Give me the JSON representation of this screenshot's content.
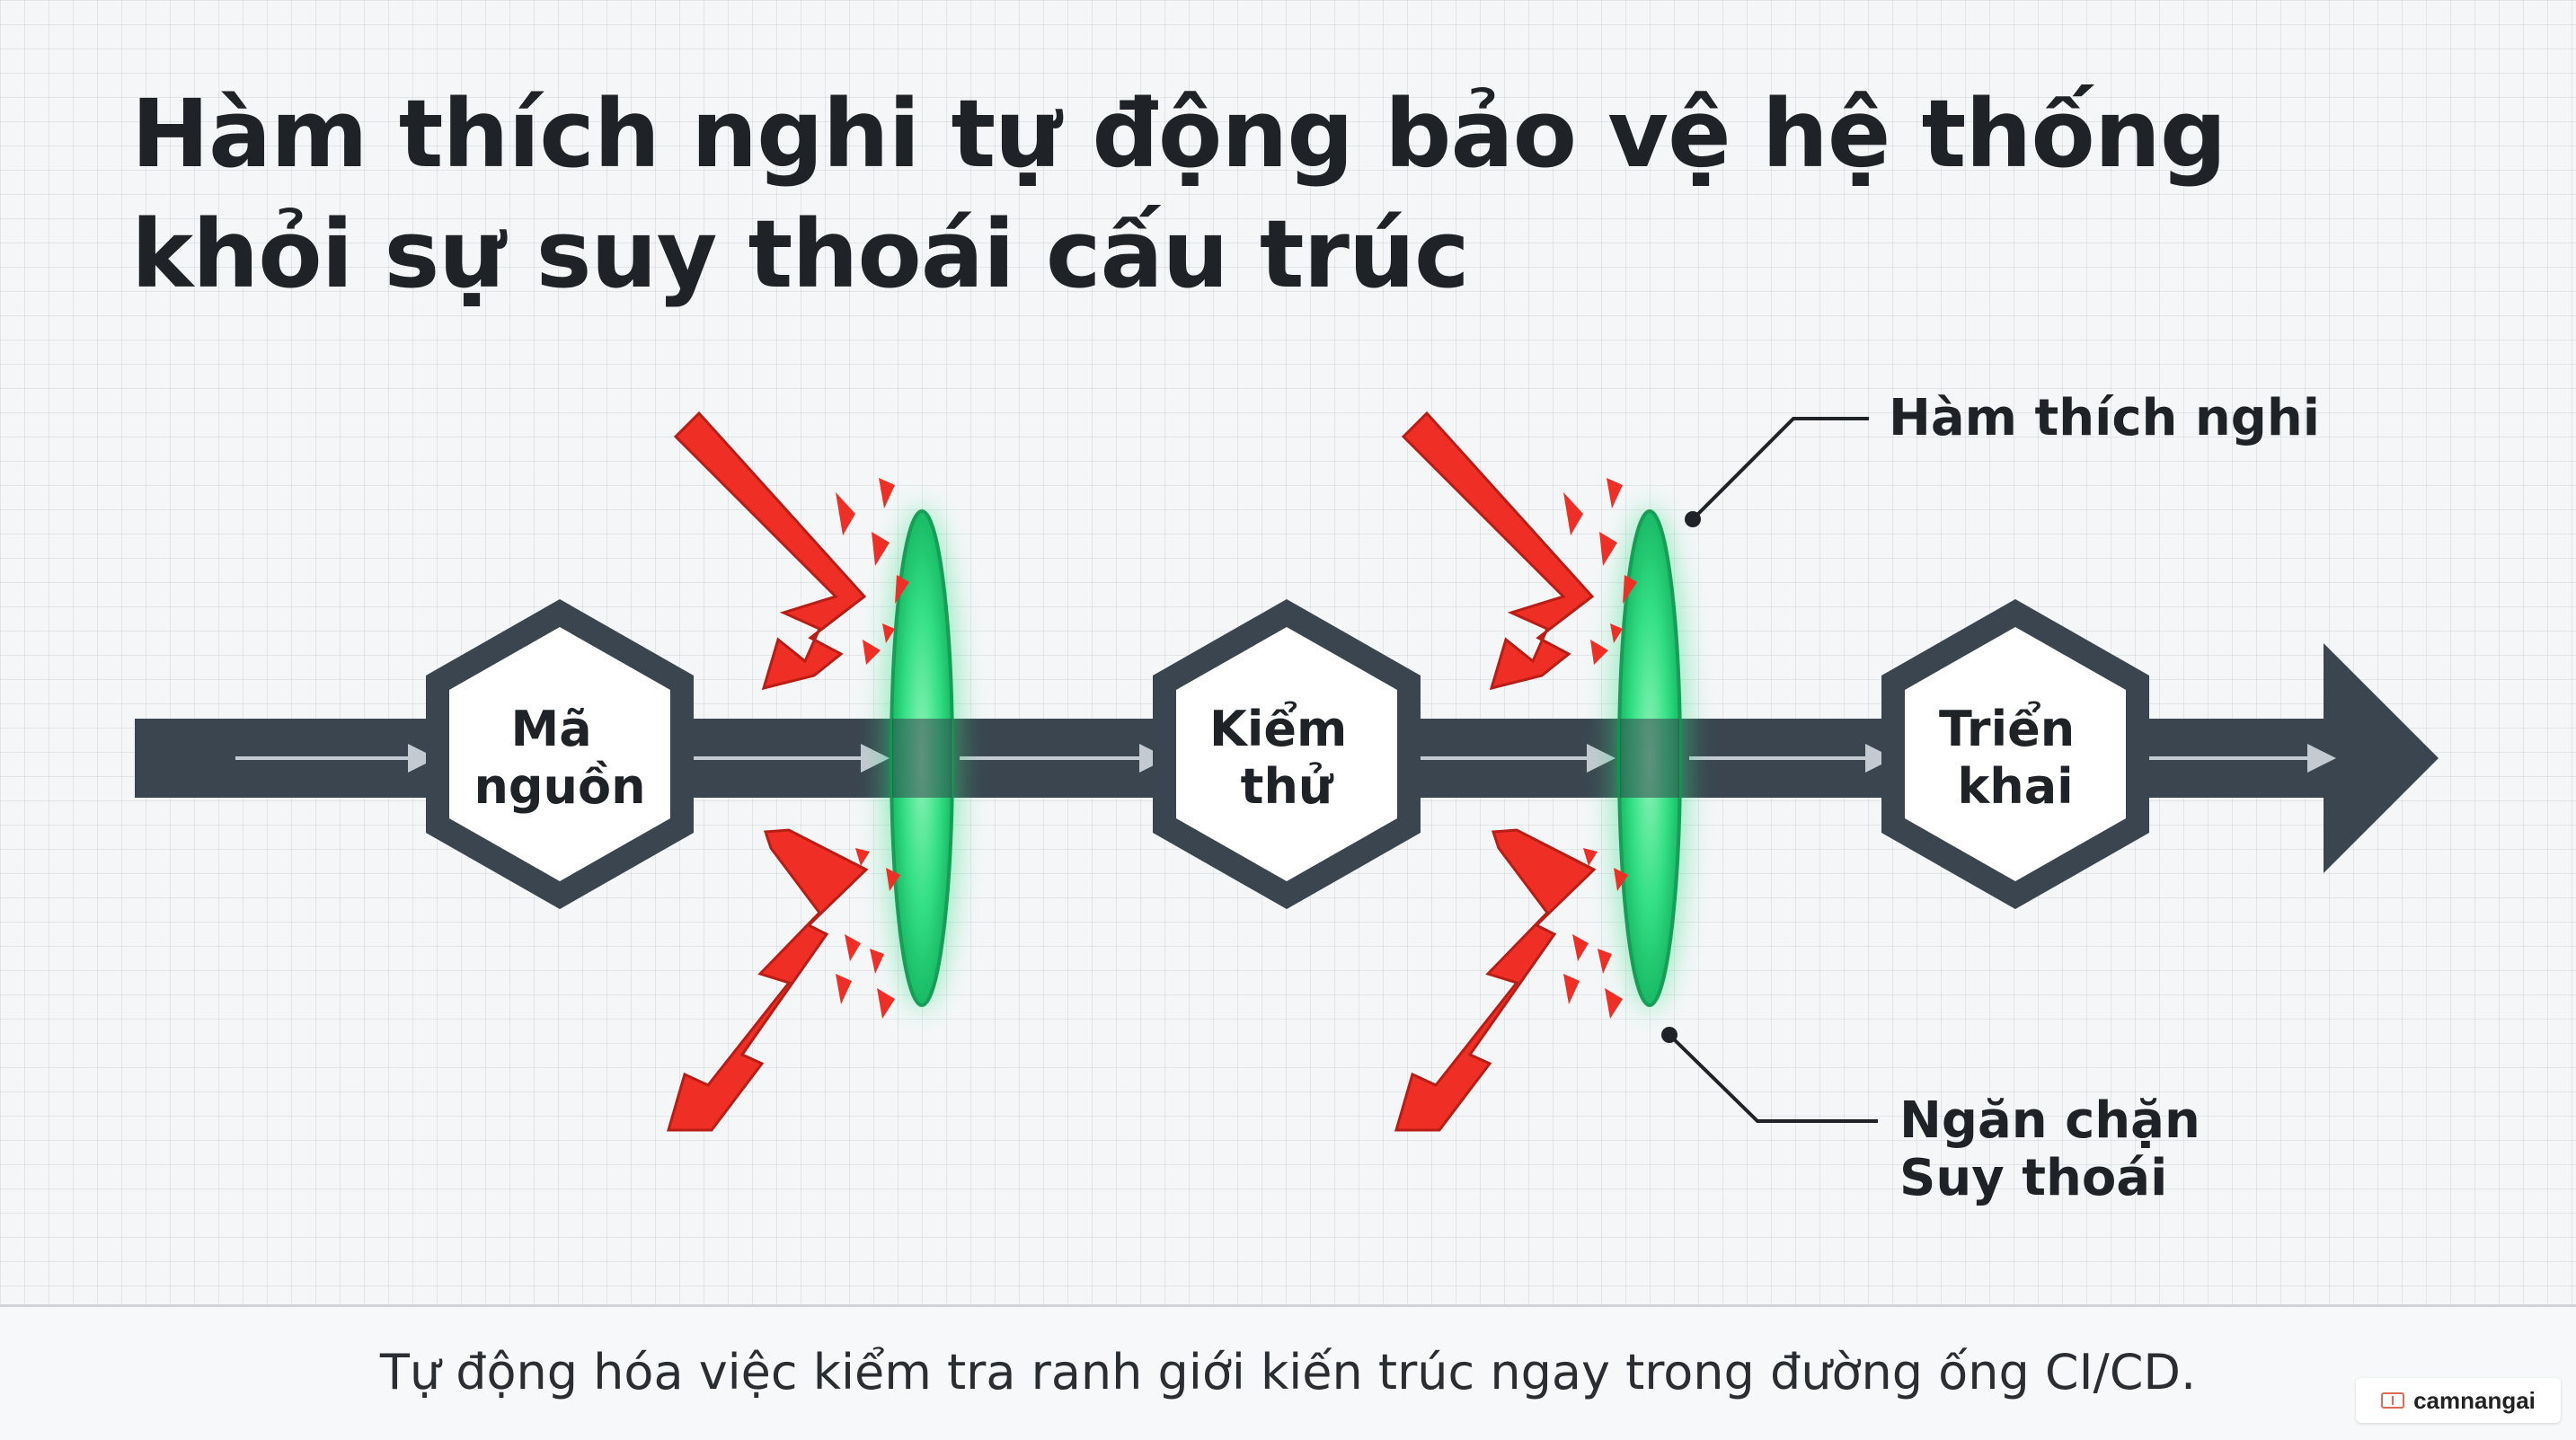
{
  "title": {
    "line1": "Hàm thích nghi tự động bảo vệ hệ thống",
    "line2": "khỏi sự suy thoái cấu trúc"
  },
  "stages": [
    {
      "line1": "Mã",
      "line2": "nguồn"
    },
    {
      "line1": "Kiểm",
      "line2": "thử"
    },
    {
      "line1": "Triển",
      "line2": "khai"
    }
  ],
  "callouts": {
    "adaptive_function": "Hàm thích nghi",
    "block_line1": "Ngăn chặn",
    "block_line2": "Suy thoái"
  },
  "caption": "Tự động hóa việc kiểm tra ranh giới kiến trúc ngay trong đường ống CI/CD.",
  "watermark": "camnangai",
  "colors": {
    "pipeline": "#3b4550",
    "shield": "#27d97a",
    "threat": "#ef2f25",
    "text": "#1f2327"
  },
  "icons": [
    "pipeline-arrow-icon",
    "lightning-arrow-icon",
    "energy-shield-icon",
    "hexagon-stage-icon"
  ]
}
